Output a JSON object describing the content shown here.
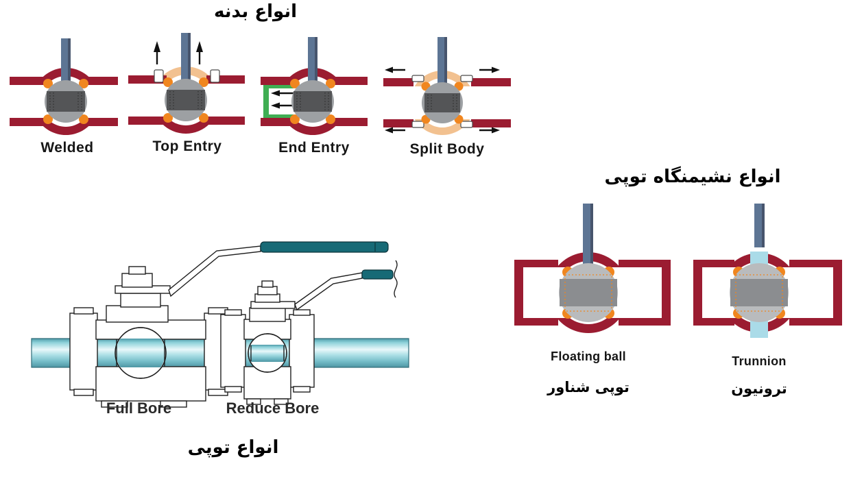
{
  "colors": {
    "red": "#9b1c31",
    "orange": "#f0861f",
    "tan": "#f2c190",
    "green": "#3fae53",
    "ball": "#9da0a3",
    "ball_dark": "#545557",
    "ball_light": "#b9bbbd",
    "band": "#8b8d90",
    "stem": "#5d7594",
    "stem_dark": "#47556d",
    "grip": "#176a76",
    "trunnion_blue": "#aadbe8",
    "pipe_teal": "#7ec6d0",
    "text": "#161616"
  },
  "sections": {
    "body_types": {
      "title_fa": "انواع بدنه",
      "valves": [
        {
          "label": "Welded"
        },
        {
          "label": "Top Entry"
        },
        {
          "label": "End Entry"
        },
        {
          "label": "Split Body"
        }
      ]
    },
    "seat_types": {
      "title_fa": "انواع نشیمنگاه توپی",
      "valves": [
        {
          "label_en": "Floating ball",
          "label_fa": "توپی شناور"
        },
        {
          "label_en": "Trunnion",
          "label_fa": "ترونیون"
        }
      ]
    },
    "ball_types": {
      "title_fa": "انواع توپی",
      "valves": [
        {
          "label": "Full Bore"
        },
        {
          "label": "Reduce Bore"
        }
      ]
    }
  }
}
